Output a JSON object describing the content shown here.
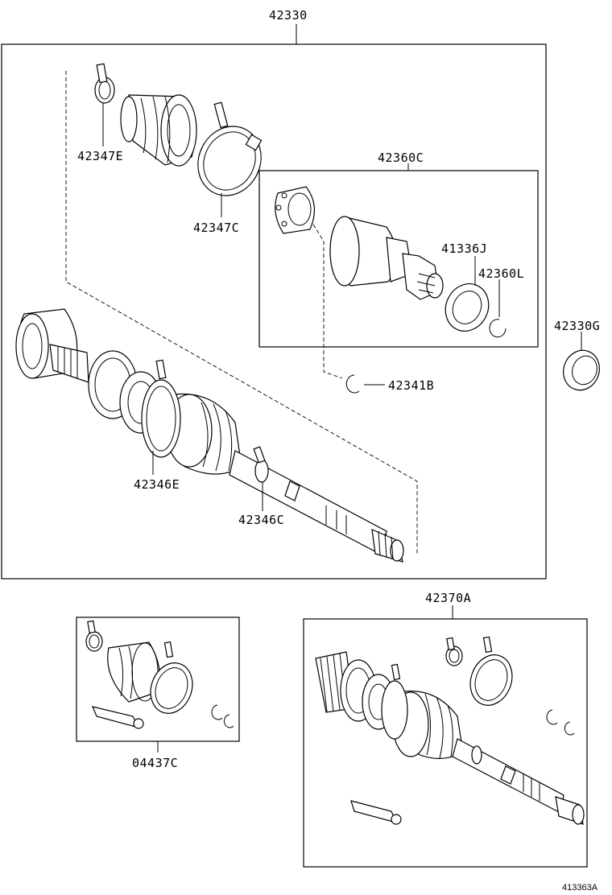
{
  "labels": {
    "assembly": "42330",
    "clamp_outer_small": "42347E",
    "clamp_outer_large": "42347C",
    "inboard_joint_kit": "42360C",
    "bearing": "41336J",
    "snap_ring_inner": "42360L",
    "ring_42330G": "42330G",
    "snap_ring": "42341B",
    "boot_clamp_large": "42346E",
    "boot_clamp_small": "42346C",
    "boot_kit": "04437C",
    "outboard_kit": "42370A"
  },
  "figure_number": "413363A"
}
